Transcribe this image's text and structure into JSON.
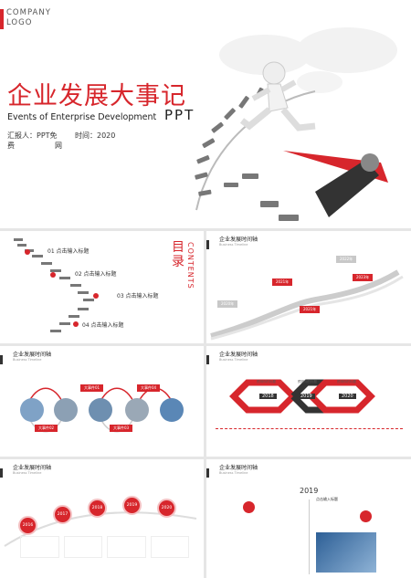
{
  "cover": {
    "logo_line1": "COMPANY",
    "logo_line2": "LOGO",
    "title": "企业发展大事记",
    "subtitle": "Events of Enterprise Development",
    "ppt": "PPT",
    "reporter_label": "汇报人：PPT免",
    "reporter_wrap": "费",
    "reporter_wrap2": "网",
    "time": "时间：2020"
  },
  "contents": {
    "title_cn": "目录",
    "title_en": "CONTENTS",
    "items": [
      "01 点击输入标题",
      "02 点击输入标题",
      "03 点击输入标题",
      "04 点击输入标题"
    ]
  },
  "slide_header": {
    "title": "企业发展时间轴",
    "subtitle": "Business Timeline"
  },
  "timeline_a": {
    "years": [
      "2020年",
      "2021年",
      "2022年",
      "2023年",
      "2021年"
    ]
  },
  "circles_slide": {
    "labels": [
      "大事件01",
      "大事件02",
      "大事件03",
      "大事件04"
    ]
  },
  "chain_slide": {
    "years": [
      "2018",
      "2019",
      "2020"
    ],
    "labels": [
      "预测你的标题",
      "预测你的标题",
      "预测你的标题"
    ]
  },
  "arc_slide": {
    "years": [
      "2016",
      "2017",
      "2018",
      "2019",
      "2020"
    ]
  },
  "photo_slide": {
    "year": "2019",
    "heading": "点击输入标题"
  },
  "colors": {
    "accent": "#d7262c",
    "grey": "#c8c8c8"
  }
}
